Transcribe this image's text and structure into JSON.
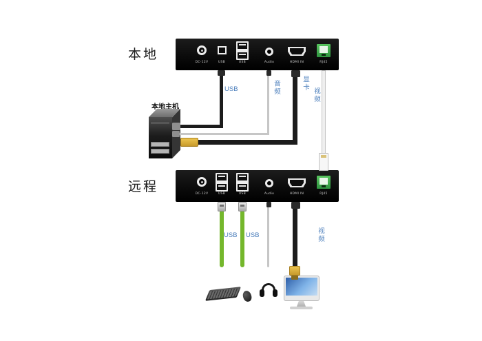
{
  "sections": {
    "local": {
      "label": "本地"
    },
    "remote": {
      "label": "远程"
    }
  },
  "host": {
    "label": "本地主机"
  },
  "cables": {
    "local": {
      "usb": "USB",
      "audio": "音频",
      "video_col1": "显卡",
      "video_col2": "视频"
    },
    "remote": {
      "usb_left": "USB",
      "usb_right": "USB",
      "video": "视频"
    }
  },
  "ports": {
    "top": [
      "DC-12V",
      "USB",
      "USB",
      "Audio",
      "HDMI IN",
      "RJ45"
    ],
    "bottom": [
      "DC-12V",
      "USB",
      "USB",
      "Audio",
      "HDMI IN",
      "RJ45"
    ]
  },
  "devices": {
    "keyboard": "keyboard",
    "mouse": "mouse",
    "headphones": "headphones",
    "monitor": "monitor"
  },
  "colors": {
    "accent_blue": "#4f81bd",
    "cable_green": "#74b72c",
    "hdmi_gold": "#c79a2b",
    "panel_black": "#0d0d0d",
    "rj45_green": "#2f9440"
  }
}
